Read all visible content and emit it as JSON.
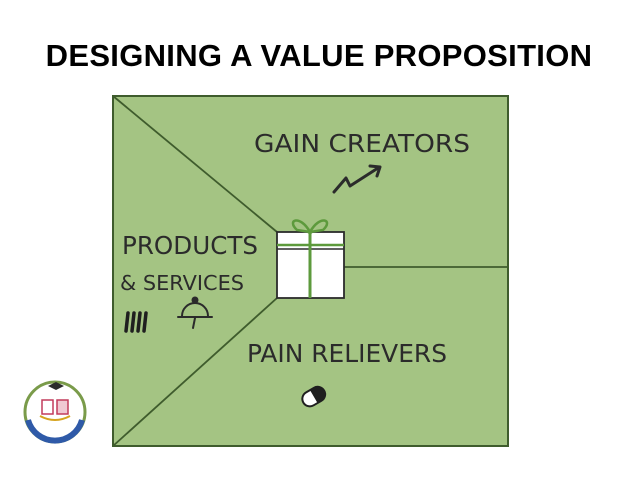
{
  "slide": {
    "title": "DESIGNING A VALUE PROPOSITION"
  },
  "diagram": {
    "gain_creators": "GAIN CREATORS",
    "products_services_line1": "PRODUCTS",
    "products_services_line2": "& SERVICES",
    "pain_relievers": "PAIN RELIEVERS"
  },
  "colors": {
    "panel_fill": "#a4c483",
    "panel_border": "#3f5c2d",
    "gift_ribbon": "#5d9a3c",
    "ink": "#2b2b2b"
  },
  "icons": [
    "gain-arrow-icon",
    "gift-box-icon",
    "food-cloche-icon",
    "tally-marks-icon",
    "pill-icon",
    "college-logo"
  ]
}
